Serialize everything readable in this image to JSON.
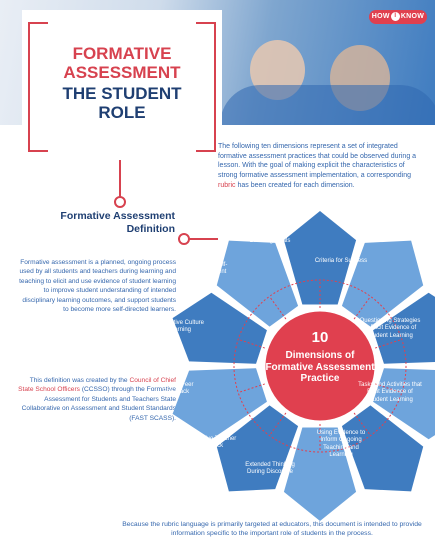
{
  "brand": {
    "logo_left": "HOW",
    "logo_mid": "I",
    "logo_right": "KNOW"
  },
  "title": {
    "line1": "FORMATIVE ASSESSMENT",
    "line2": "THE STUDENT ROLE"
  },
  "intro": {
    "text": "The following ten dimensions represent a set of integrated formative assessment practices that could be observed during a lesson. With the goal of making explicit the characteristics of strong formative assessment implementation, a corresponding",
    "link": "rubric",
    "tail": "has been created for each dimension."
  },
  "definition": {
    "title": "Formative Assessment Definition",
    "body": "Formative assessment is a planned, ongoing process used by all students and teachers during learning and teaching to elicit and use evidence of student learning to improve student understanding of intended disciplinary learning outcomes, and support students to become more self-directed learners.",
    "credit_pre": "This definition was created by the",
    "credit_link": "Council of Chief State School Officers",
    "credit_post": "(CCSSO) through the Formative Assessment for Students and Teachers State Collaborative on Assessment and Student Standards (FAST SCASS)."
  },
  "wheel": {
    "center_number": "10",
    "center_label": "Dimensions of Formative Assessment Practice",
    "dimensions": [
      "Learning Goals",
      "Criteria for Success",
      "Questioning Strategies to Elicit Evidence of Student Learning",
      "Tasks and Activities that Elicit Evidence of Student Learning",
      "Using Evidence to Inform Ongoing Teaching and Learning",
      "Extended Thinking During Discourse",
      "Descriptive Teacher Feedback",
      "Student Peer Feedback",
      "Collaborative Culture of Learning",
      "Student Self-Assessment"
    ],
    "colors": {
      "dark": "#3f7cc0",
      "light": "#6ea4dc",
      "center": "#e0404f"
    }
  },
  "footer": "Because the rubric language is primarily targeted at educators, this document is intended to provide information specific to the important role of students in the process."
}
